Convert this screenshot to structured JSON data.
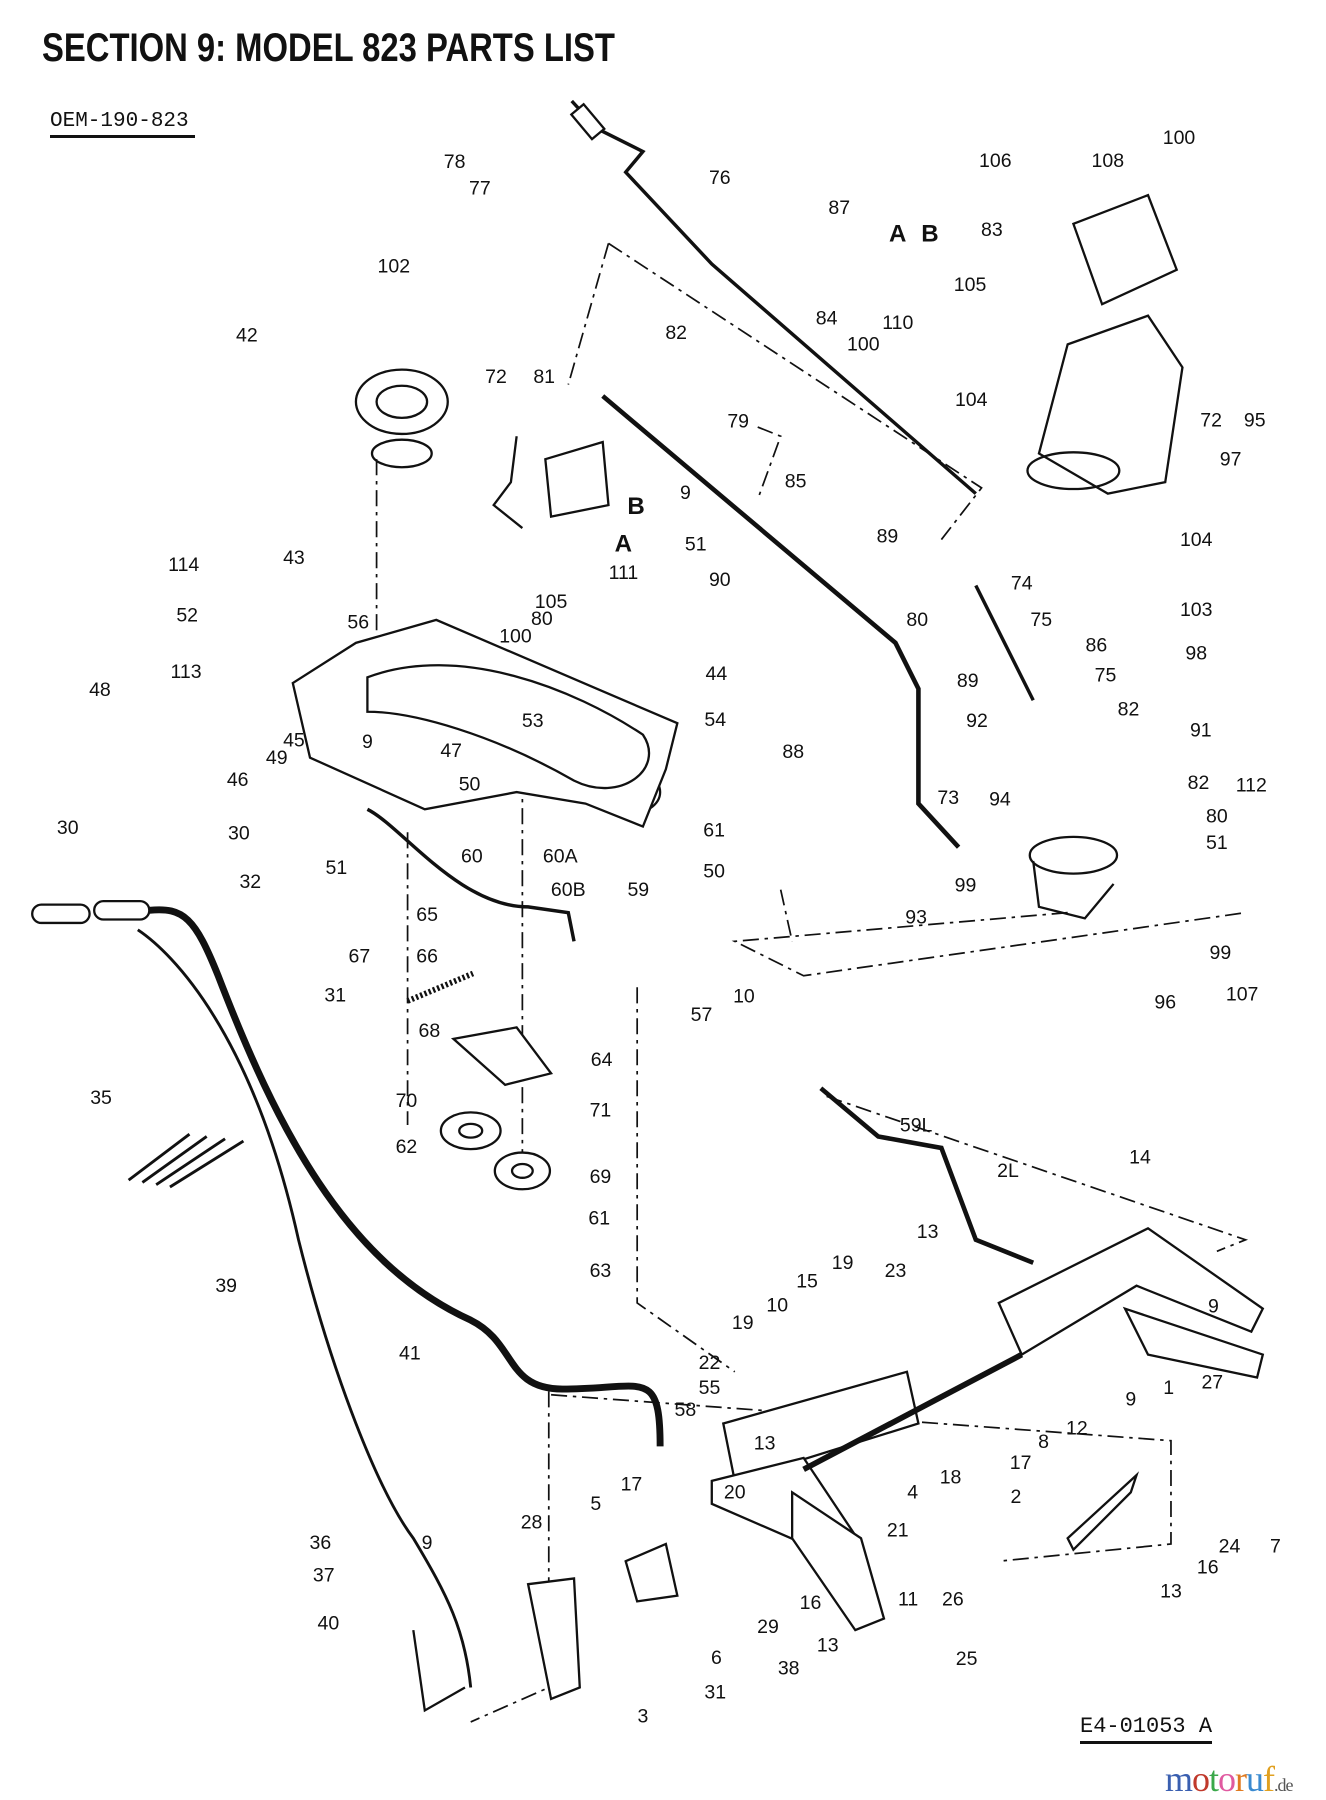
{
  "header": {
    "title": "SECTION 9:  MODEL 823 PARTS LIST",
    "oem_code": "OEM-190-823"
  },
  "footer": {
    "drawing_code": "E4-01053 A",
    "watermark": "motoruf.de",
    "watermark_colors": [
      "#3a5fb0",
      "#c0392b",
      "#3aa84a",
      "#e05aa0",
      "#e07a20",
      "#3a8ad0",
      "#e0a020"
    ]
  },
  "callouts": [
    "78",
    "77",
    "76",
    "87",
    "100",
    "108",
    "106",
    "A",
    "B",
    "83",
    "102",
    "84",
    "105",
    "110",
    "82",
    "42",
    "100",
    "72",
    "81",
    "72",
    "95",
    "104",
    "79",
    "97",
    "9",
    "85",
    "B",
    "A",
    "89",
    "104",
    "111",
    "51",
    "74",
    "90",
    "105",
    "80",
    "114",
    "43",
    "100",
    "75",
    "80",
    "103",
    "98",
    "52",
    "56",
    "44",
    "86",
    "113",
    "89",
    "75",
    "48",
    "53",
    "54",
    "82",
    "92",
    "91",
    "45",
    "9",
    "47",
    "88",
    "49",
    "50",
    "82",
    "112",
    "46",
    "94",
    "73",
    "61",
    "80",
    "60",
    "60A",
    "51",
    "30",
    "30",
    "32",
    "51",
    "60B",
    "59",
    "50",
    "99",
    "65",
    "93",
    "99",
    "67",
    "66",
    "10",
    "107",
    "31",
    "68",
    "57",
    "96",
    "64",
    "35",
    "70",
    "71",
    "59L",
    "62",
    "69",
    "14",
    "2L",
    "61",
    "13",
    "9",
    "63",
    "39",
    "19",
    "23",
    "15",
    "41",
    "10",
    "19",
    "27",
    "1",
    "22",
    "9",
    "55",
    "12",
    "58",
    "13",
    "8",
    "18",
    "17",
    "4",
    "2",
    "17",
    "20",
    "5",
    "21",
    "28",
    "36",
    "9",
    "7",
    "24",
    "16",
    "37",
    "26",
    "13",
    "16",
    "11",
    "40",
    "29",
    "13",
    "6",
    "25",
    "38",
    "31",
    "3"
  ]
}
